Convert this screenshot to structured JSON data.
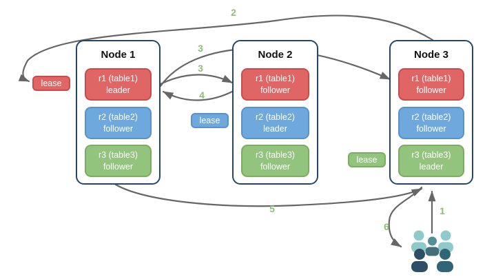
{
  "nodes": [
    {
      "title": "Node 1",
      "ranges": [
        {
          "name": "r1 (table1)",
          "role": "leader",
          "color": "red"
        },
        {
          "name": "r2 (table2)",
          "role": "follower",
          "color": "blue"
        },
        {
          "name": "r3 (table3)",
          "role": "follower",
          "color": "green"
        }
      ]
    },
    {
      "title": "Node 2",
      "ranges": [
        {
          "name": "r1 (table1)",
          "role": "follower",
          "color": "red"
        },
        {
          "name": "r2 (table2)",
          "role": "leader",
          "color": "blue"
        },
        {
          "name": "r3 (table3)",
          "role": "follower",
          "color": "green"
        }
      ]
    },
    {
      "title": "Node 3",
      "ranges": [
        {
          "name": "r1 (table1)",
          "role": "follower",
          "color": "red"
        },
        {
          "name": "r2 (table2)",
          "role": "follower",
          "color": "blue"
        },
        {
          "name": "r3 (table3)",
          "role": "leader",
          "color": "green"
        }
      ]
    }
  ],
  "leases": [
    {
      "label": "lease",
      "color": "red"
    },
    {
      "label": "lease",
      "color": "blue"
    },
    {
      "label": "lease",
      "color": "green"
    }
  ],
  "steps": {
    "s1": "1",
    "s2": "2",
    "s3a": "3",
    "s3b": "3",
    "s4": "4",
    "s5": "5",
    "s6": "6"
  },
  "icons": {
    "users_group": "users-group-icon"
  },
  "colors": {
    "range_red_fill": "#e06666",
    "range_red_border": "#c94b4b",
    "range_blue_fill": "#6fa8dc",
    "range_blue_border": "#5b91c9",
    "range_green_fill": "#93c47d",
    "range_green_border": "#7cab63",
    "node_border": "#24466b",
    "arrow": "#666666",
    "step_label": "#8cbf72",
    "users_light": "#8fc9c9",
    "users_mid": "#519099",
    "users_mid_dark": "#41707c",
    "users_dark": "#2c4f66",
    "users_dark2": "#2f6577"
  }
}
